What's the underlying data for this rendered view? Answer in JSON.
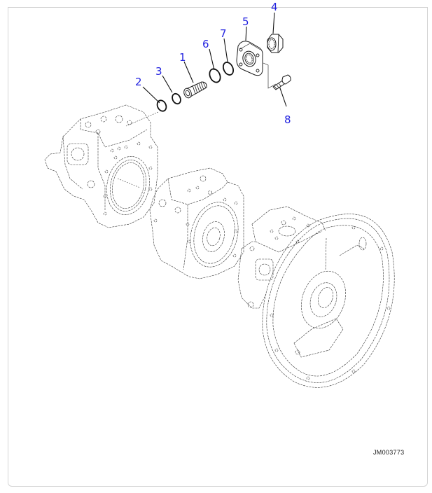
{
  "diagram": {
    "drawing_code": "JM003773",
    "callouts": [
      {
        "id": "1",
        "label": "1",
        "part": "threaded-sleeve"
      },
      {
        "id": "2",
        "label": "2",
        "part": "o-ring-small"
      },
      {
        "id": "3",
        "label": "3",
        "part": "o-ring-small"
      },
      {
        "id": "4",
        "label": "4",
        "part": "hex-nut"
      },
      {
        "id": "5",
        "label": "5",
        "part": "flange-plate"
      },
      {
        "id": "6",
        "label": "6",
        "part": "o-ring"
      },
      {
        "id": "7",
        "label": "7",
        "part": "o-ring"
      },
      {
        "id": "8",
        "label": "8",
        "part": "bolt"
      }
    ],
    "colors": {
      "callout_text": "#2323e0",
      "line_art": "#1a1a1a",
      "frame_border": "#d4d4d4",
      "background": "#ffffff"
    }
  }
}
